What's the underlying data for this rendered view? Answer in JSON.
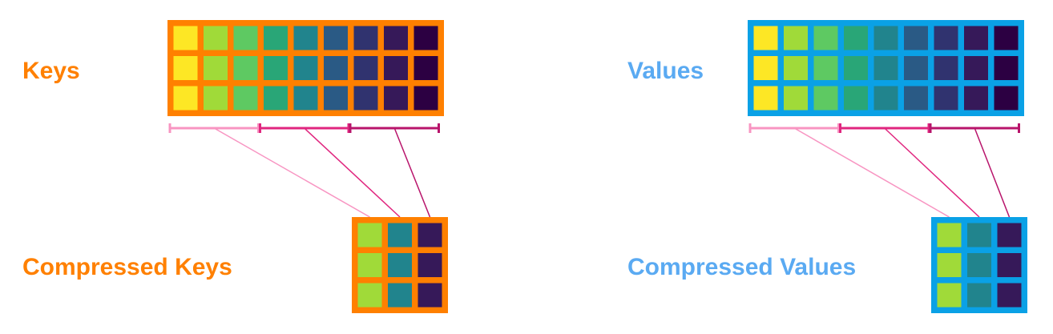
{
  "labels": {
    "keys": "Keys",
    "values": "Values",
    "compressed_keys": "Compressed Keys",
    "compressed_values": "Compressed Values"
  },
  "colors": {
    "keys_accent": "#ff8000",
    "values_accent": "#0aa1e6",
    "values_label": "#5aaaf2",
    "cells": [
      "#fde725",
      "#a0da39",
      "#5ec962",
      "#29a677",
      "#21848d",
      "#2a5a85",
      "#30336f",
      "#361959",
      "#2c0042"
    ],
    "compressed_cells": [
      "#a0da39",
      "#21848d",
      "#361959"
    ],
    "groups": [
      "#f895c2",
      "#e0267f",
      "#b8146b"
    ]
  },
  "matrix": {
    "rows": 3,
    "columns": 9,
    "groups": 3,
    "group_size": 3
  },
  "compressed": {
    "rows": 3,
    "columns": 3
  }
}
